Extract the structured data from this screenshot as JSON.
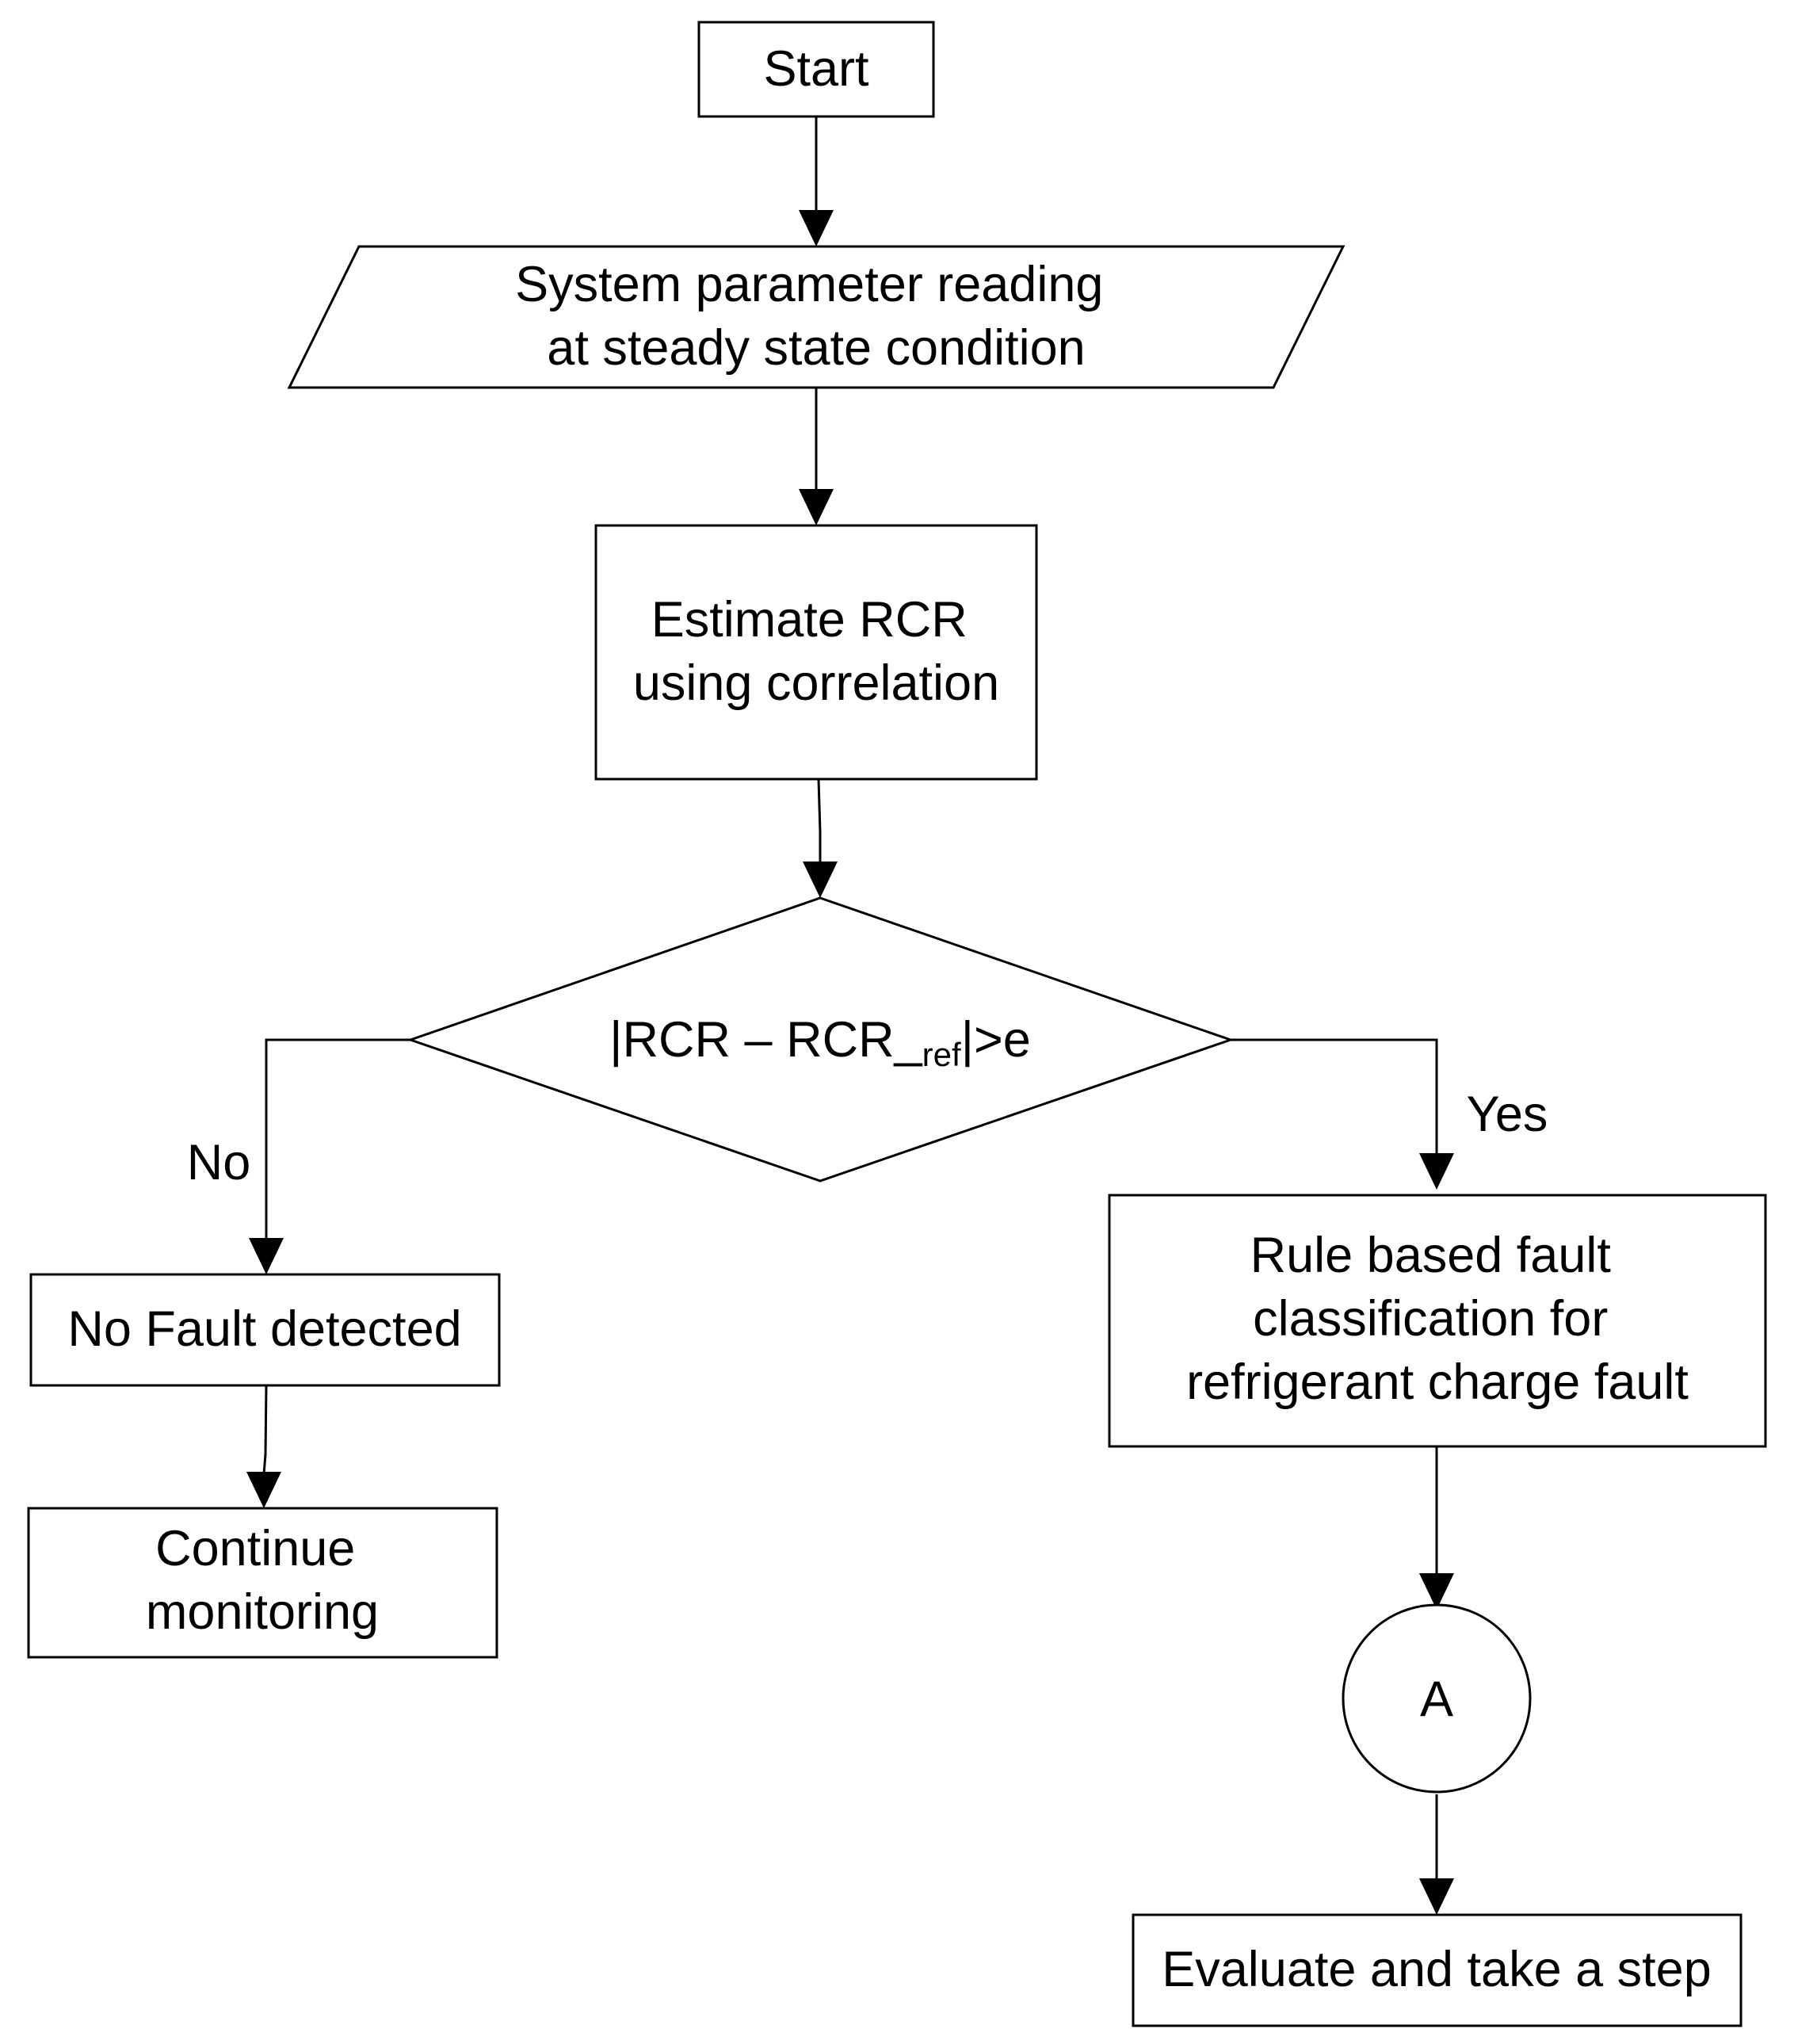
{
  "diagram": {
    "nodes": {
      "start": {
        "lines": [
          "Start"
        ]
      },
      "read": {
        "lines": [
          "System parameter reading",
          "at steady state condition"
        ]
      },
      "estimate": {
        "lines": [
          "Estimate RCR",
          "using correlation"
        ]
      },
      "decision": {
        "before": "|RCR – RCR_",
        "subscript": "ref",
        "after": "|>e"
      },
      "no_fault": {
        "lines": [
          "No Fault detected"
        ]
      },
      "continue": {
        "lines": [
          "Continue",
          "monitoring"
        ]
      },
      "classify": {
        "lines": [
          "Rule based fault",
          "classification for",
          "refrigerant charge fault"
        ]
      },
      "connector": {
        "lines": [
          "A"
        ]
      },
      "evaluate": {
        "lines": [
          "Evaluate and take a step"
        ]
      }
    },
    "edges": {
      "no_label": "No",
      "yes_label": "Yes"
    }
  }
}
